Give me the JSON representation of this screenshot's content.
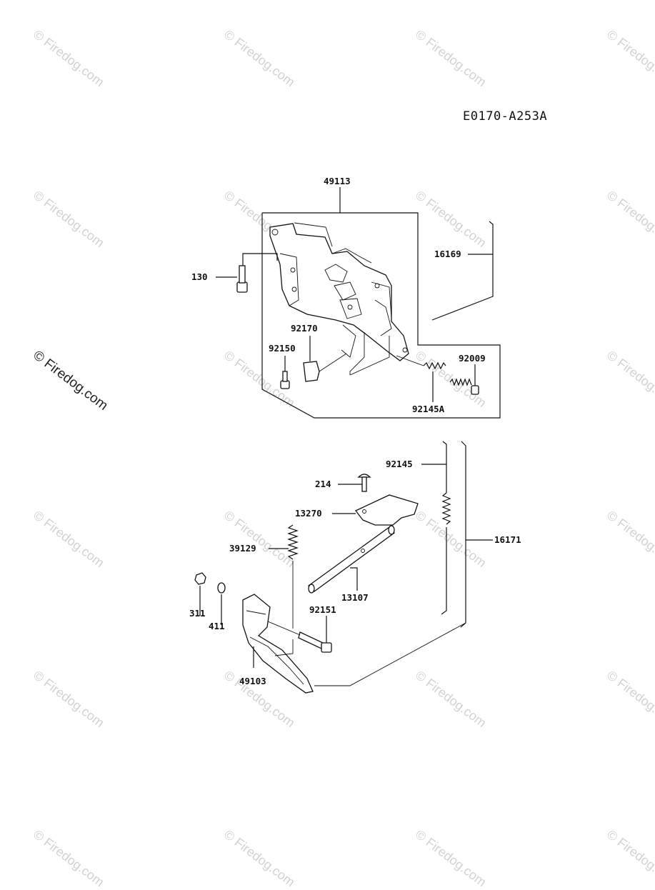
{
  "diagram_code": "E0170-A253A",
  "watermark": "© Firedog.com",
  "parts": {
    "p49113": "49113",
    "p16169": "16169",
    "p130": "130",
    "p92170": "92170",
    "p92150": "92150",
    "p92009": "92009",
    "p92145A": "92145A",
    "p92145": "92145",
    "p214": "214",
    "p13270": "13270",
    "p16171": "16171",
    "p39129": "39129",
    "p13107": "13107",
    "p311": "311",
    "p411": "411",
    "p92151": "92151",
    "p49103": "49103"
  }
}
